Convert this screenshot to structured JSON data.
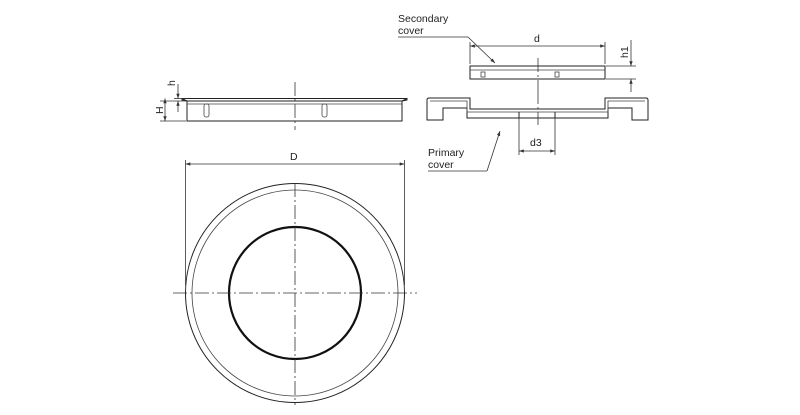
{
  "labels": {
    "secondary_cover": [
      "Secondary",
      "cover"
    ],
    "primary_cover": [
      "Primary",
      "cover"
    ],
    "dim_d": "d",
    "dim_h1": "h1",
    "dim_d3": "d3",
    "dim_h": "h",
    "dim_H": "H",
    "dim_D": "D"
  },
  "colors": {
    "line": "#222222",
    "background": "#ffffff"
  }
}
